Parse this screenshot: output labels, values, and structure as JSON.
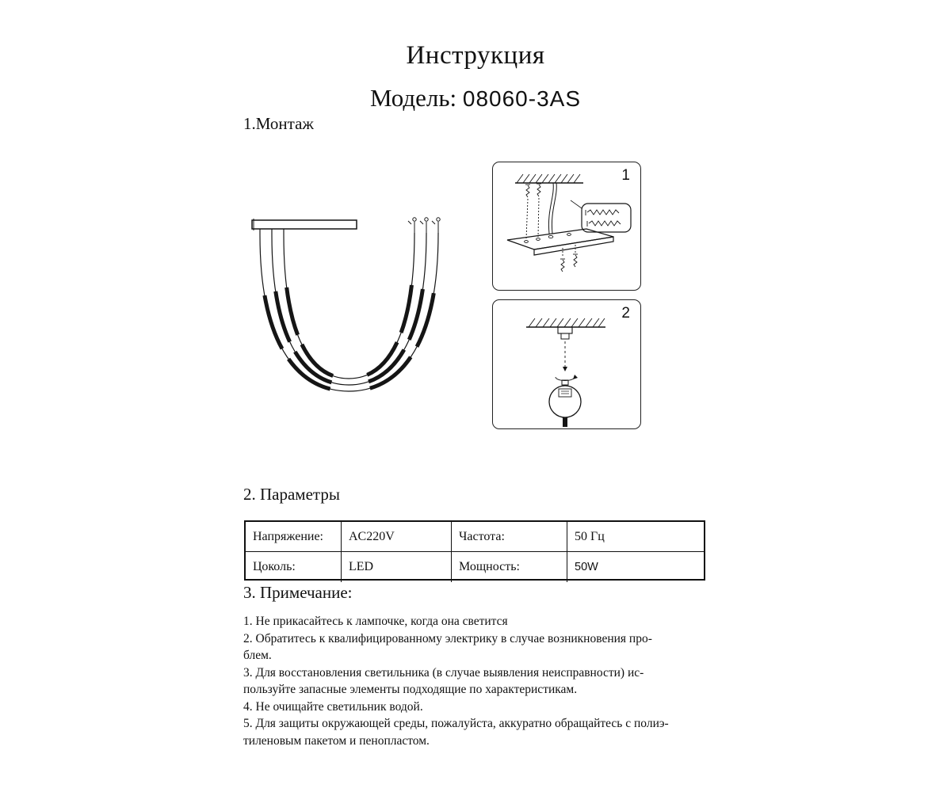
{
  "doc": {
    "title": "Инструкция",
    "model_label": "Модель:",
    "model_value": "08060-3AS",
    "section1_title": "1.Монтаж",
    "section2_title": "2. Параметры",
    "section3_title": "3. Примечание:"
  },
  "diagrams": {
    "step1_number": "1",
    "step2_number": "2"
  },
  "parameters_table": {
    "rows": [
      [
        "Напряжение:",
        "AC220V",
        "Частота:",
        "50 Гц"
      ],
      [
        "Цоколь:",
        "LED",
        "Мощность:",
        "50W"
      ]
    ]
  },
  "notes": [
    "1. Не прикасайтесь к лампочке, когда она светится",
    "2. Обратитесь к квалифицированному электрику в случае возникновения про-\nблем.",
    "3. Для восстановления светильника (в случае  выявления неисправности) ис-\nпользуйте запасные элементы подходящие по характеристикам.",
    "4. Не очищайте  светильник водой.",
    "5. Для защиты окружающей среды, пожалуйста, аккуратно обращайтесь с полиэ-\nтиленовым пакетом и пенопластом."
  ]
}
